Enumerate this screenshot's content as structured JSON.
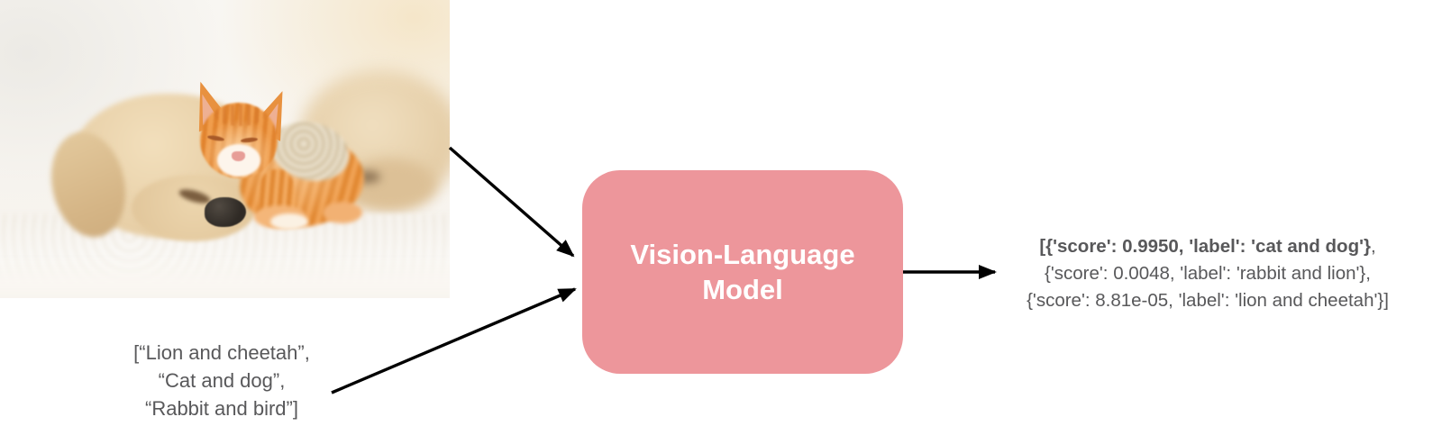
{
  "colors": {
    "model_box_bg": "#ed969b",
    "model_box_text": "#ffffff",
    "label_text": "#58585a",
    "arrow": "#000000",
    "canvas_bg": "#ffffff"
  },
  "photo": {
    "description": "Cream-colored puppy sleeping on a white fluffy blanket with an orange tabby kitten resting against its head"
  },
  "input_labels": {
    "line1": "[“Lion and cheetah”,",
    "line2": "“Cat and dog”,",
    "line3": "“Rabbit and bird”]"
  },
  "model_box": {
    "label_line1": "Vision-Language",
    "label_line2": "Model"
  },
  "output": {
    "line1_bold": "[{'score': 0.9950, 'label': 'cat and dog'}",
    "line1_rest": ",",
    "line2": "{'score': 0.0048, 'label': 'rabbit and lion'},",
    "line3": "{'score': 8.81e-05, 'label': 'lion and cheetah'}]"
  }
}
